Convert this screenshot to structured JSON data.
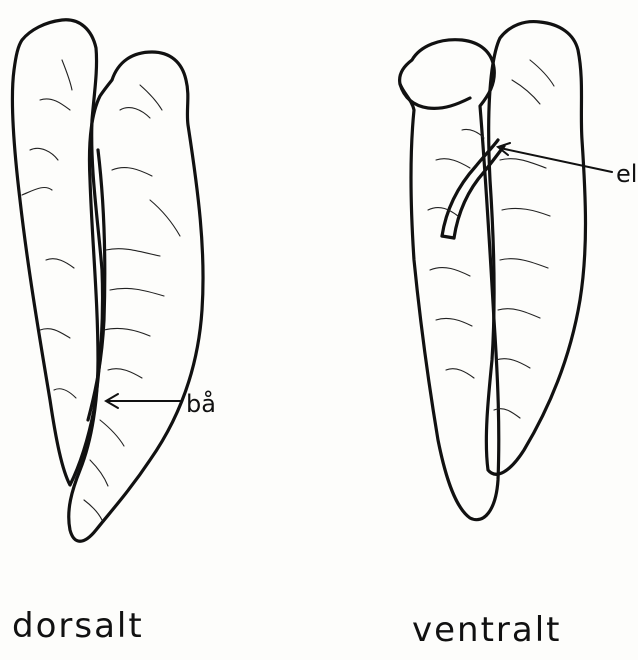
{
  "figure": {
    "background_color": "#fdfdfb",
    "ink_color": "#111111"
  },
  "labels": {
    "ba_label": "bå",
    "el_label": "el"
  },
  "captions": {
    "dorsal": "dorsalt",
    "ventral": "ventralt"
  }
}
